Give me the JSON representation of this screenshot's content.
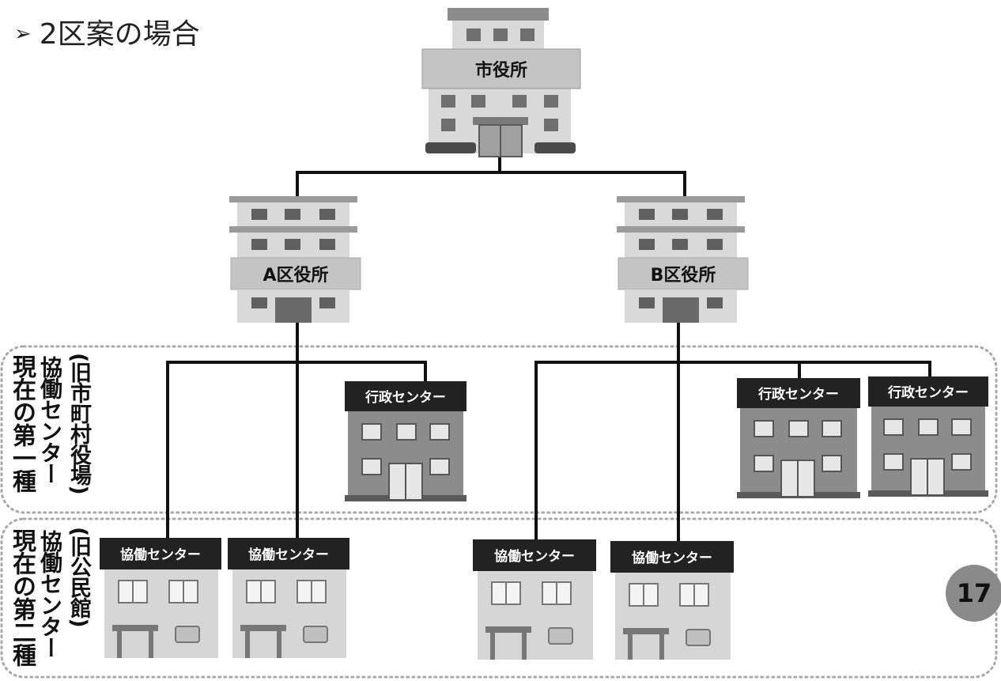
{
  "title": "2区案の場合",
  "colors": {
    "line": "#111111",
    "building_dark": "#8c8c8c",
    "building_light": "#d9d9d9",
    "label_dark": "#222222",
    "label_band": "#c4c4c4",
    "dotted_border": "#a8a8a8",
    "page_badge": "#8a8a8a"
  },
  "city_hall": {
    "label": "市役所"
  },
  "ward_offices": [
    {
      "label": "A区役所"
    },
    {
      "label": "B区役所"
    }
  ],
  "zones": [
    {
      "label_main": "現在の第一種",
      "label_sub": "協働センター",
      "label_paren": "(旧市町村役場)",
      "centers": [
        {
          "label": "行政センター",
          "ward": "A"
        },
        {
          "label": "行政センター",
          "ward": "B"
        },
        {
          "label": "行政センター",
          "ward": "B"
        }
      ]
    },
    {
      "label_main": "現在の第二種",
      "label_sub": "協働センター",
      "label_paren": "(旧公民館)",
      "centers": [
        {
          "label": "協働センター",
          "ward": "A"
        },
        {
          "label": "協働センター",
          "ward": "A"
        },
        {
          "label": "協働センター",
          "ward": "B"
        },
        {
          "label": "協働センター",
          "ward": "B"
        }
      ]
    }
  ],
  "page_number": "17"
}
